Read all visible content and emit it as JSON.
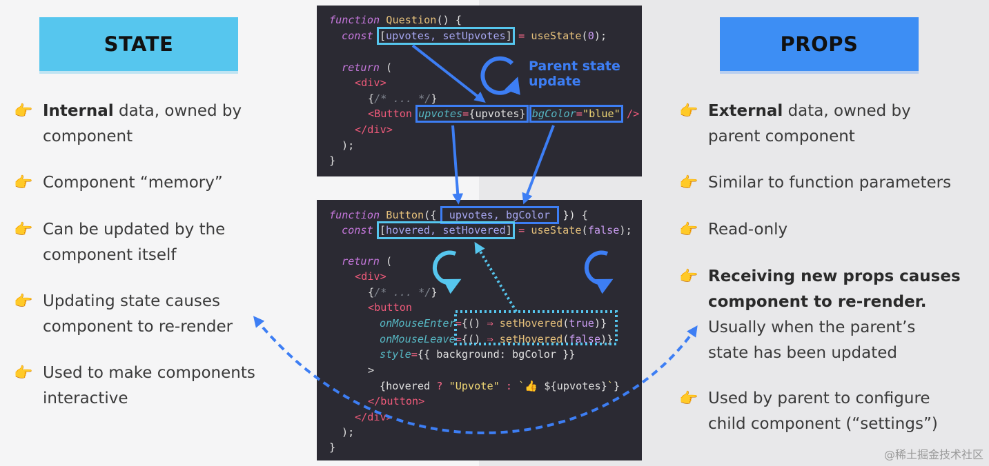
{
  "state": {
    "title": "STATE",
    "bullets": [
      {
        "bold": "Internal",
        "rest": " data, owned by",
        "line2": "component"
      },
      {
        "bold": "",
        "rest": "Component “memory”",
        "line2": ""
      },
      {
        "bold": "",
        "rest": "Can be updated by the",
        "line2": "component itself"
      },
      {
        "bold": "",
        "rest": "Updating state causes",
        "line2": "component to re-render"
      },
      {
        "bold": "",
        "rest": "Used to make components",
        "line2": "interactive"
      }
    ]
  },
  "props": {
    "title": "PROPS",
    "bullets": [
      {
        "bold": "External",
        "rest": " data, owned by",
        "line2": "parent component"
      },
      {
        "bold": "",
        "rest": "Similar to function parameters",
        "line2": ""
      },
      {
        "bold": "",
        "rest": "Read-only",
        "line2": ""
      },
      {
        "bold": "Receiving new props causes",
        "bold2": "component to re-render.",
        "line3": "Usually when the parent’s",
        "line4": "state has been updated"
      },
      {
        "bold": "",
        "rest": "Used by parent to configure",
        "line2": "child component (“settings”)"
      }
    ]
  },
  "annotation": {
    "line1": "Parent state",
    "line2": "update"
  },
  "hand_icon": "👉",
  "watermark": "@稀土掘金技术社区",
  "colors": {
    "state": "#56c6ee",
    "props": "#3d8ef4",
    "code_bg": "#2b2a33",
    "arrow": "#3d7ef4"
  },
  "code_top": [
    "function Question() {",
    "const [upvotes, setUpvotes] = useState(0);",
    "return (",
    "<div>",
    "{/* ... */}",
    "<Button upvotes={upvotes} bgColor=\"blue\" />",
    "</div>",
    ");",
    "}"
  ],
  "code_bottom": [
    "function Button({ upvotes, bgColor }) {",
    "const [hovered, setHovered] = useState(false);",
    "return (",
    "<div>",
    "{/* ... */}",
    "<button",
    "onMouseEnter={() ⇒ setHovered(true)}",
    "onMouseLeave={() ⇒ setHovered(false)}",
    "style={{ background: bgColor }}",
    ">",
    "{hovered ? \"Upvote\" : `👍 ${upvotes}`}",
    "</button>",
    "</div>",
    ");",
    "}"
  ]
}
